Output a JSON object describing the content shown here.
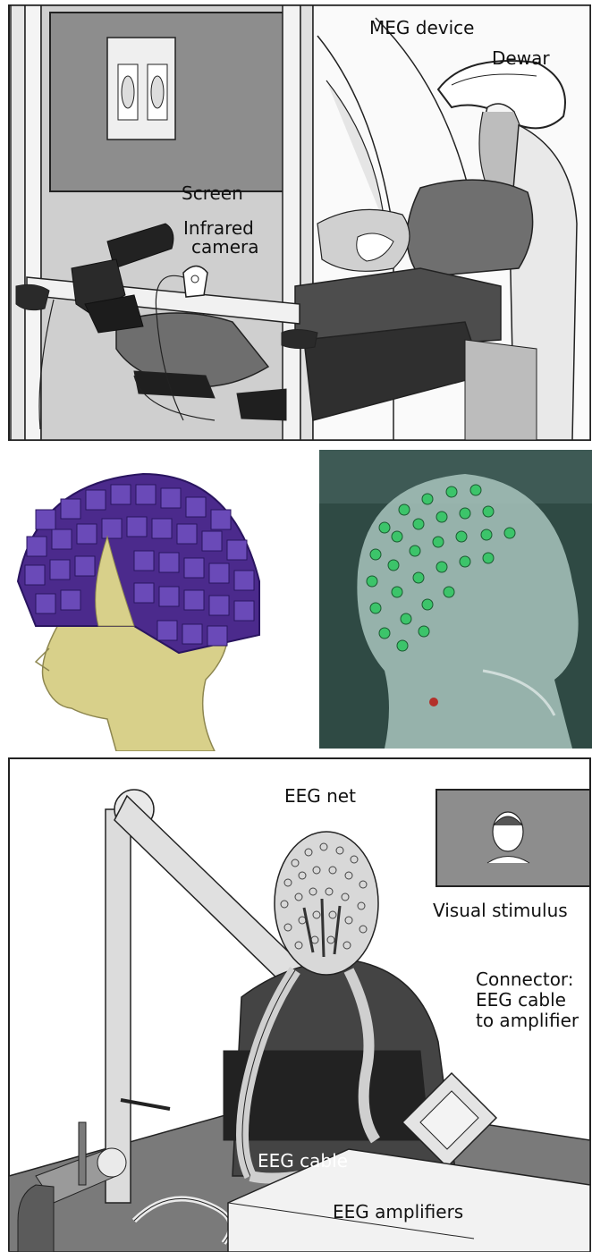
{
  "panels": {
    "meg": {
      "labels": {
        "meg_device": "MEG device",
        "dewar": "Dewar",
        "screen": "Screen",
        "infrared_line1": "Infrared",
        "infrared_line2": "camera"
      }
    },
    "eeg": {
      "labels": {
        "eeg_net": "EEG net",
        "visual_stimulus": "Visual stimulus",
        "connector_line1": "Connector:",
        "connector_line2": "EEG cable",
        "connector_line3": "to amplifier",
        "eeg_cable": "EEG cable",
        "eeg_amplifiers": "EEG amplifiers"
      }
    }
  },
  "colors": {
    "line": "#222222",
    "panel_gray": "#8a8a8a",
    "dark_gray": "#3a3a3a",
    "light_gray": "#d9d9d9",
    "sensor_purple": "#4b2a8c",
    "head_yellow": "#d8d08a",
    "photo_bg": "#2f4a44",
    "electrode_green": "#3cc46a"
  }
}
